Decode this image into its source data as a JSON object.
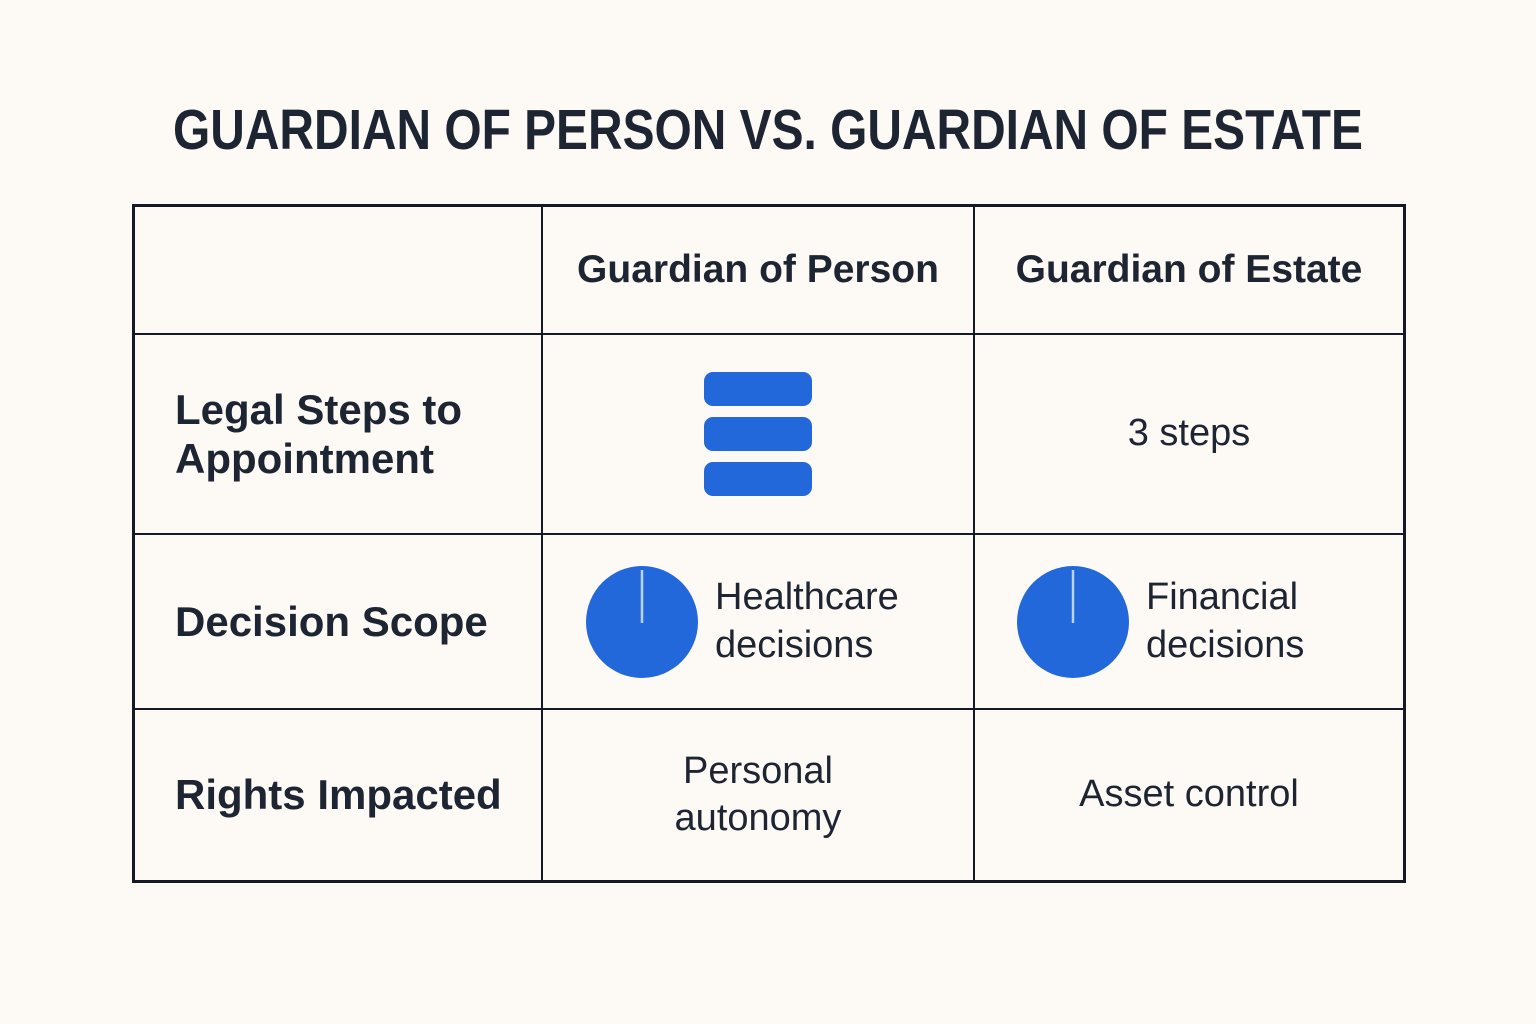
{
  "title": "GUARDIAN OF PERSON VS. GUARDIAN OF ESTATE",
  "table": {
    "headers": [
      "",
      "Guardian of Person",
      "Guardian of Estate"
    ],
    "rows": [
      {
        "label": "Legal Steps to Appointment",
        "person": {
          "icon": "three-stacked-steps",
          "steps_count": 3
        },
        "estate": {
          "text": "3 steps"
        }
      },
      {
        "label": "Decision Scope",
        "person": {
          "icon": "pie-chart",
          "text": "Healthcare decisions"
        },
        "estate": {
          "icon": "pie-chart",
          "text": "Financial decisions"
        }
      },
      {
        "label": "Rights Impacted",
        "person": {
          "text": "Personal autonomy"
        },
        "estate": {
          "text": "Asset control"
        }
      }
    ]
  },
  "colors": {
    "accent_blue": "#2268DB",
    "background": "#FDF9F4",
    "border": "#131A26",
    "text_dark": "#1D2533",
    "pie_notch_line": "#BCD2F2"
  }
}
